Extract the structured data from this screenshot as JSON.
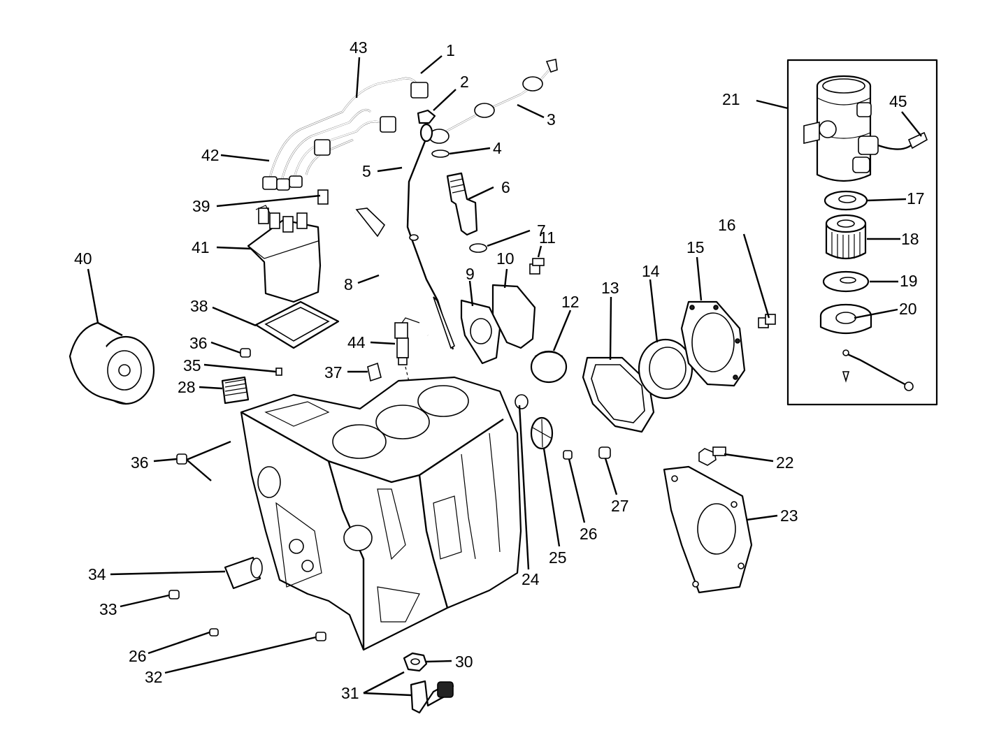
{
  "diagram": {
    "callouts": [
      "1",
      "2",
      "3",
      "4",
      "5",
      "6",
      "7",
      "8",
      "9",
      "10",
      "11",
      "12",
      "13",
      "14",
      "15",
      "16",
      "17",
      "18",
      "19",
      "20",
      "21",
      "22",
      "23",
      "24",
      "25",
      "26",
      "27",
      "28",
      "30",
      "31",
      "32",
      "33",
      "34",
      "35",
      "36",
      "37",
      "38",
      "39",
      "40",
      "41",
      "42",
      "43",
      "44",
      "45"
    ],
    "label_26_lower": "26",
    "label_36_lower": "36"
  }
}
